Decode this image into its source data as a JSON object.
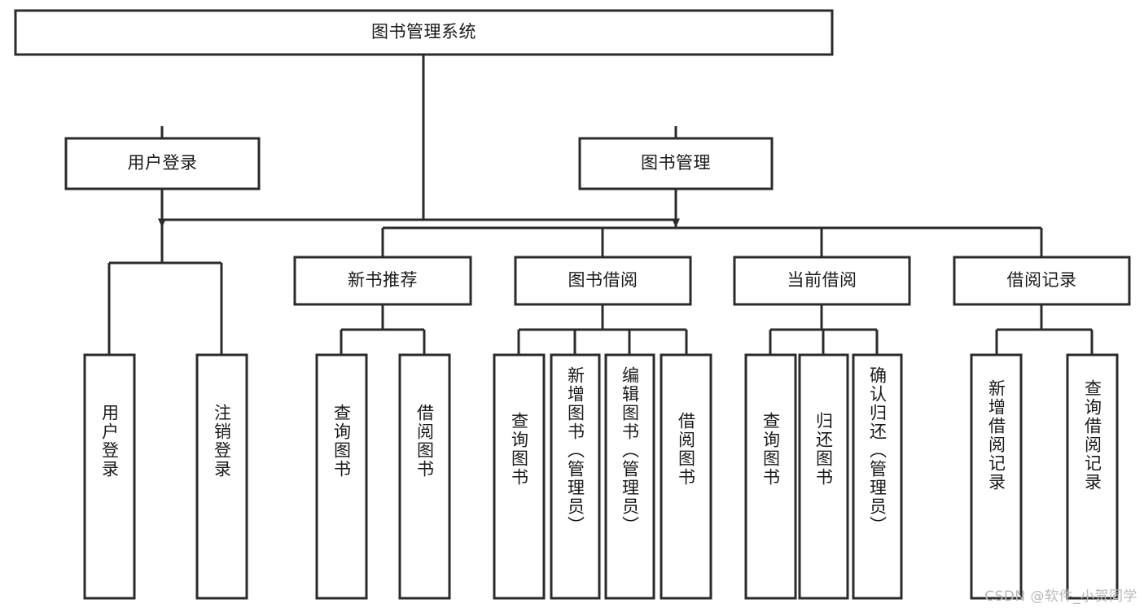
{
  "diagram": {
    "title": "图书管理系统",
    "type": "hierarchy-tree",
    "watermark": "CSDN @软件_小贺同学",
    "colors": {
      "stroke": "#2b2b2b",
      "fill": "#ffffff",
      "text": "#1a1a1a",
      "watermark": "#b9b9b9"
    },
    "levels": {
      "root": {
        "label": "图书管理系统"
      },
      "level2": [
        {
          "label": "用户登录"
        },
        {
          "label": "图书管理"
        }
      ],
      "level3": [
        {
          "label": "新书推荐"
        },
        {
          "label": "图书借阅"
        },
        {
          "label": "当前借阅"
        },
        {
          "label": "借阅记录"
        }
      ],
      "leaves": {
        "user_login": [
          "用户登录",
          "注销登录"
        ],
        "new_book_recommend": [
          "查询图书",
          "借阅图书"
        ],
        "book_borrow": [
          "查询图书",
          "新增图书（管理员）",
          "编辑图书（管理员）",
          "借阅图书"
        ],
        "current_borrow": [
          "查询图书",
          "归还图书",
          "确认归还（管理员）"
        ],
        "borrow_record": [
          "新增借阅记录",
          "查询借阅记录"
        ]
      }
    },
    "nodes": {
      "root": "图书管理系统",
      "n_user_login": "用户登录",
      "n_book_mgmt": "图书管理",
      "n_new_book": "新书推荐",
      "n_book_borrow": "图书借阅",
      "n_current_borrow": "当前借阅",
      "n_borrow_record": "借阅记录",
      "l_user_login_1": "用户登录",
      "l_user_login_2": "注销登录",
      "l_new_book_1": "查询图书",
      "l_new_book_2": "借阅图书",
      "l_borrow_1": "查询图书",
      "l_borrow_2": "新增图书（管理员）",
      "l_borrow_3": "编辑图书（管理员）",
      "l_borrow_4": "借阅图书",
      "l_current_1": "查询图书",
      "l_current_2": "归还图书",
      "l_current_3": "确认归还（管理员）",
      "l_record_1": "新增借阅记录",
      "l_record_2": "查询借阅记录"
    }
  }
}
